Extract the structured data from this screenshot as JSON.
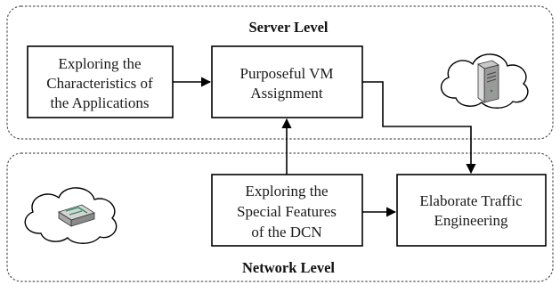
{
  "server_level": {
    "title": "Server Level"
  },
  "network_level": {
    "title": "Network Level"
  },
  "boxes": {
    "applications": {
      "lines": [
        "Exploring the",
        "Characteristics of",
        "the Applications"
      ]
    },
    "vm_assignment": {
      "lines": [
        "Purposeful VM",
        "Assignment"
      ]
    },
    "dcn_features": {
      "lines": [
        "Exploring the",
        "Special Features",
        "of the DCN"
      ]
    },
    "traffic_engineering": {
      "lines": [
        "Elaborate Traffic",
        "Engineering"
      ]
    }
  },
  "icons": {
    "server_cloud": "server-in-cloud-icon",
    "switch_cloud": "network-switch-in-cloud-icon"
  },
  "colors": {
    "line": "#000000",
    "region_border": "#555555",
    "background": "#ffffff"
  }
}
